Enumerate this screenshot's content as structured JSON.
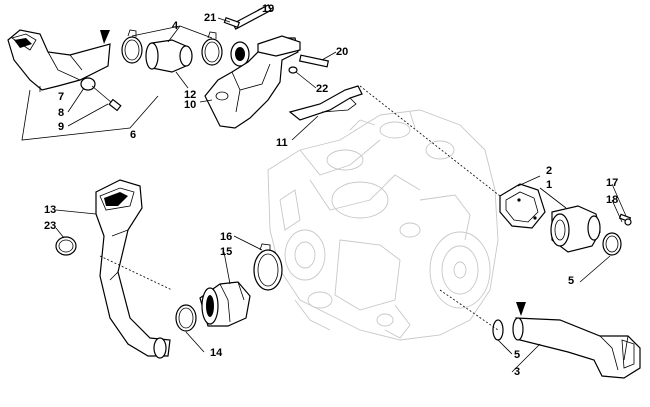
{
  "callouts": [
    {
      "id": "1",
      "label": "1"
    },
    {
      "id": "2",
      "label": "2"
    },
    {
      "id": "3",
      "label": "3"
    },
    {
      "id": "4",
      "label": "4"
    },
    {
      "id": "5a",
      "label": "5"
    },
    {
      "id": "5b",
      "label": "5"
    },
    {
      "id": "6",
      "label": "6"
    },
    {
      "id": "7",
      "label": "7"
    },
    {
      "id": "8",
      "label": "8"
    },
    {
      "id": "9",
      "label": "9"
    },
    {
      "id": "10",
      "label": "10"
    },
    {
      "id": "11",
      "label": "11"
    },
    {
      "id": "12",
      "label": "12"
    },
    {
      "id": "13",
      "label": "13"
    },
    {
      "id": "14",
      "label": "14"
    },
    {
      "id": "15",
      "label": "15"
    },
    {
      "id": "16",
      "label": "16"
    },
    {
      "id": "17",
      "label": "17"
    },
    {
      "id": "18",
      "label": "18"
    },
    {
      "id": "19",
      "label": "19"
    },
    {
      "id": "20",
      "label": "20"
    },
    {
      "id": "21",
      "label": "21"
    },
    {
      "id": "22",
      "label": "22"
    },
    {
      "id": "23",
      "label": "23"
    }
  ]
}
